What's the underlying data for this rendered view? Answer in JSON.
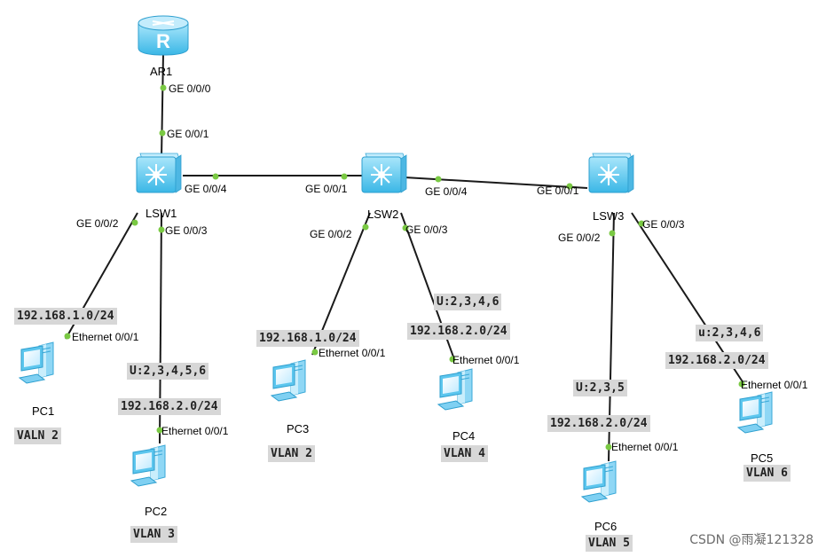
{
  "devices": {
    "router": "AR1",
    "switches": [
      "LSW1",
      "LSW2",
      "LSW3"
    ],
    "pcs": [
      "PC1",
      "PC2",
      "PC3",
      "PC4",
      "PC5",
      "PC6"
    ]
  },
  "ports": {
    "ar1_ge000": "GE 0/0/0",
    "lsw1_ge001": "GE 0/0/1",
    "lsw1_ge004": "GE 0/0/4",
    "lsw1_ge002": "GE 0/0/2",
    "lsw1_ge003": "GE 0/0/3",
    "lsw2_ge001": "GE 0/0/1",
    "lsw2_ge004": "GE 0/0/4",
    "lsw2_ge002": "GE 0/0/2",
    "lsw2_ge003": "GE 0/0/3",
    "lsw3_ge001": "GE 0/0/1",
    "lsw3_ge002": "GE 0/0/2",
    "lsw3_ge003": "GE 0/0/3",
    "pc_eth": "Ethernet 0/0/1"
  },
  "tags": {
    "pc1_net": "192.168.1.0/24",
    "pc1_vlan": "VALN 2",
    "pc2_trunk": "U:2,3,4,5,6",
    "pc2_net": "192.168.2.0/24",
    "pc2_vlan": "VLAN 3",
    "pc3_net": "192.168.1.0/24",
    "pc3_vlan": "VLAN 2",
    "pc4_trunk": "U:2,3,4,6",
    "pc4_net": "192.168.2.0/24",
    "pc4_vlan": "VLAN 4",
    "pc6_trunk": "U:2,3,5",
    "pc6_net": "192.168.2.0/24",
    "pc6_vlan": "VLAN 5",
    "pc5_trunk": "u:2,3,4,6",
    "pc5_net": "192.168.2.0/24",
    "pc5_vlan": "VLAN 6"
  },
  "watermark": "CSDN @雨凝121328",
  "colors": {
    "link": "#1a1a1a",
    "port_dot": "#7ac943",
    "device_blue": "#5cc6ee",
    "tag_bg": "#d7d7d7"
  },
  "icons": {
    "router": "router-icon",
    "switch": "switch-icon",
    "pc": "pc-icon"
  }
}
